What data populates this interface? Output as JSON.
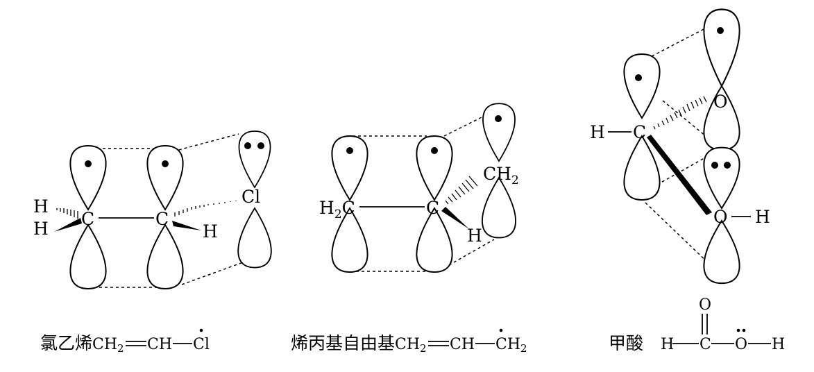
{
  "panels": [
    {
      "atoms": {
        "h1": "H",
        "h2": "H",
        "c1": "C",
        "c2": "C",
        "h3": "H",
        "cl": "Cl"
      },
      "caption": {
        "name": "氯乙烯",
        "formula": {
          "a": "CH",
          "a_sub": "2",
          "b": "CH",
          "c": "Cl"
        }
      }
    },
    {
      "atoms": {
        "h2c": "H",
        "h2c_sub": "2",
        "h2c_c": "C",
        "c2": "C",
        "ch2": "CH",
        "ch2_sub": "2",
        "h": "H"
      },
      "caption": {
        "name": "烯丙基自由基",
        "formula": {
          "a": "CH",
          "a_sub": "2",
          "b": "CH",
          "c": "CH",
          "c_sub": "2"
        }
      }
    },
    {
      "atoms": {
        "h": "H",
        "c": "C",
        "o1": "O",
        "o2": "O",
        "h2": "H"
      },
      "caption": {
        "name": "甲酸",
        "formula": {
          "o_top": "O",
          "h": "H",
          "c": "C",
          "o": "O",
          "h2": "H"
        }
      }
    }
  ]
}
